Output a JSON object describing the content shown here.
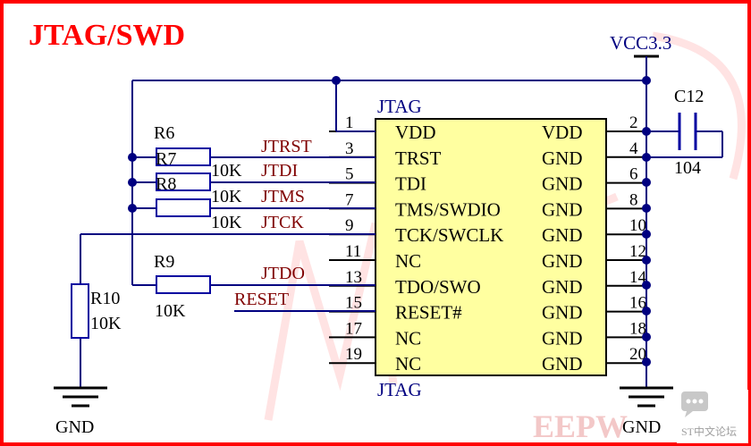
{
  "title": "JTAG/SWD",
  "vcc": "VCC3.3",
  "gnd_left": "GND",
  "gnd_right": "GND",
  "connector": {
    "name_top": "JTAG",
    "name_bottom": "JTAG",
    "left_pins": [
      {
        "num": "1",
        "name": "VDD"
      },
      {
        "num": "3",
        "name": "TRST"
      },
      {
        "num": "5",
        "name": "TDI"
      },
      {
        "num": "7",
        "name": "TMS/SWDIO"
      },
      {
        "num": "9",
        "name": "TCK/SWCLK"
      },
      {
        "num": "11",
        "name": "NC"
      },
      {
        "num": "13",
        "name": "TDO/SWO"
      },
      {
        "num": "15",
        "name": "RESET#"
      },
      {
        "num": "17",
        "name": "NC"
      },
      {
        "num": "19",
        "name": "NC"
      }
    ],
    "right_pins": [
      {
        "num": "2",
        "name": "VDD"
      },
      {
        "num": "4",
        "name": "GND"
      },
      {
        "num": "6",
        "name": "GND"
      },
      {
        "num": "8",
        "name": "GND"
      },
      {
        "num": "10",
        "name": "GND"
      },
      {
        "num": "12",
        "name": "GND"
      },
      {
        "num": "14",
        "name": "GND"
      },
      {
        "num": "16",
        "name": "GND"
      },
      {
        "num": "18",
        "name": "GND"
      },
      {
        "num": "20",
        "name": "GND"
      }
    ]
  },
  "nets": {
    "jtrst": "JTRST",
    "jtdi": "JTDI",
    "jtms": "JTMS",
    "jtck": "JTCK",
    "jtdo": "JTDO",
    "reset": "RESET"
  },
  "resistors": {
    "r6": {
      "ref": "R6"
    },
    "r7": {
      "ref": "R7",
      "value": "10K"
    },
    "r8": {
      "ref": "R8",
      "value": "10K"
    },
    "r9": {
      "ref": "R9",
      "value": "10K"
    },
    "r10": {
      "ref": "R10",
      "value": "10K"
    },
    "r_jtck_value": "10K"
  },
  "capacitor": {
    "ref": "C12",
    "value": "104"
  },
  "watermark": "EEPW",
  "forum_badge": "ST中文论坛",
  "colors": {
    "frame": "#ff0000",
    "title": "#ff0000",
    "wire": "#000080",
    "net_label": "#800000",
    "component": "#0000a0",
    "connector_fill": "#ffffa0",
    "pin_text": "#000000"
  }
}
